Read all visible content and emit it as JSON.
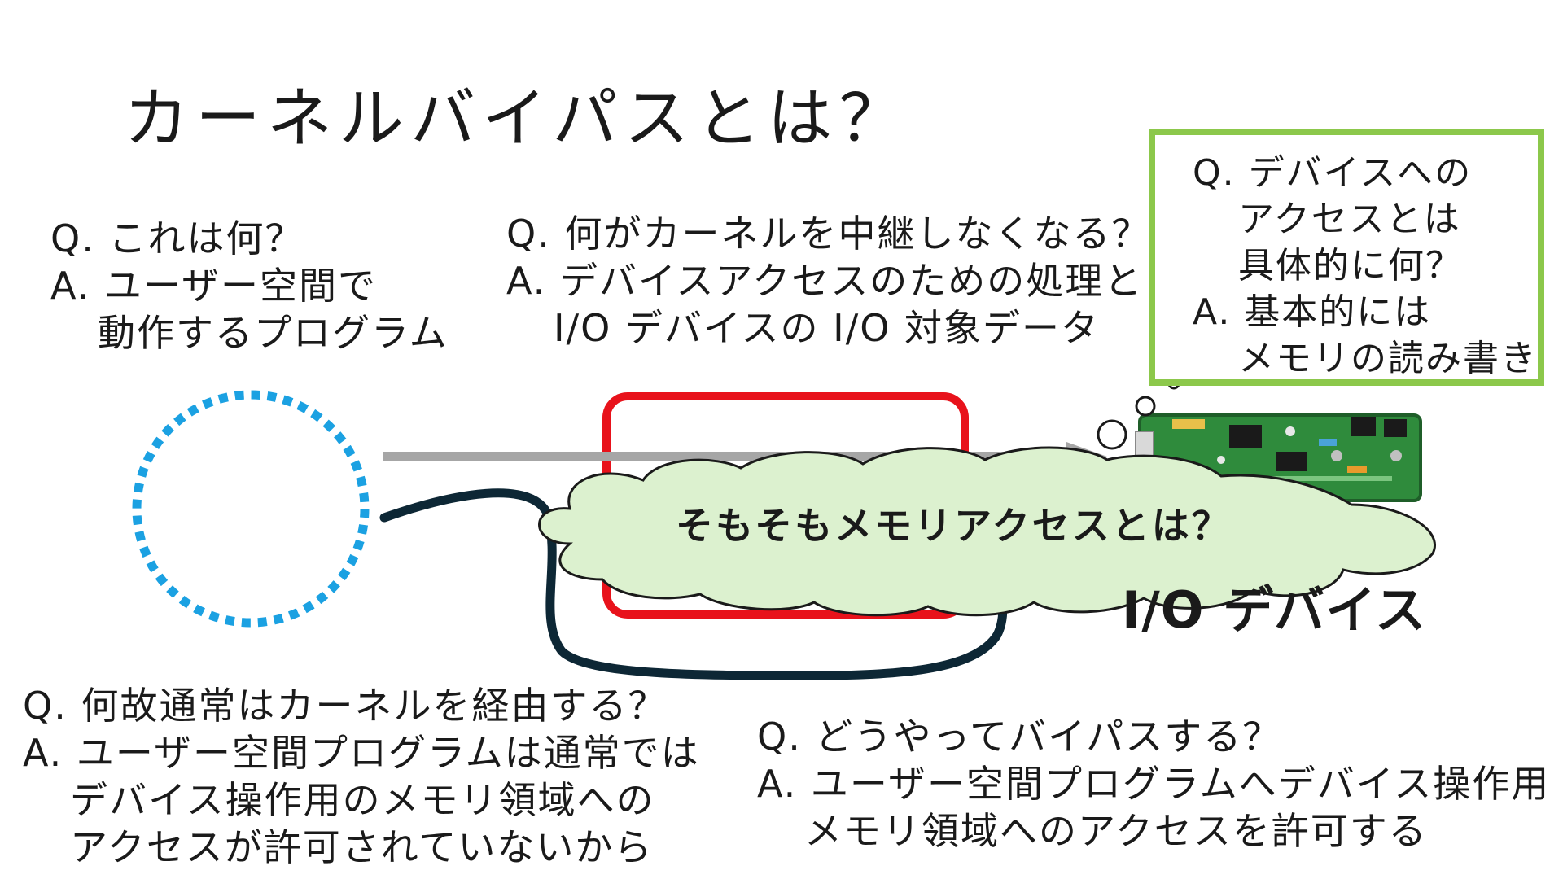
{
  "slide": {
    "title": "カーネルバイパスとは？"
  },
  "qa_what": {
    "q": "Q. これは何？",
    "a1": "A. ユーザー空間で",
    "a2": "動作するプログラム"
  },
  "qa_relay": {
    "q": "Q. 何がカーネルを中継しなくなる？",
    "a1": "A. デバイスアクセスのための処理と",
    "a2": "I/O デバイスの I/O 対象データ"
  },
  "qa_device": {
    "q1": "Q. デバイスへの",
    "q2": "アクセスとは",
    "q3": "具体的に何？",
    "a1": "A. 基本的には",
    "a2": "メモリの読み書き"
  },
  "qa_why": {
    "q": "Q. 何故通常はカーネルを経由する？",
    "a1": "A. ユーザー空間プログラムは通常では",
    "a2": "デバイス操作用のメモリ領域への",
    "a3": "アクセスが許可されていないから"
  },
  "qa_how": {
    "q": "Q. どうやってバイパスする？",
    "a1": "A. ユーザー空間プログラムへデバイス操作用",
    "a2": "メモリ領域へのアクセスを許可する"
  },
  "diagram": {
    "cloud_text": "そもそもメモリアクセスとは？",
    "device_label": "I/O デバイス",
    "device_icon": "pcb-card-icon",
    "colors": {
      "program_circle": "#1ba1e2",
      "kernel_box": "#e8121b",
      "bypass_arrow": "#a6a6a6",
      "normal_path": "#0d2735",
      "cloud_fill": "#dcf1cf",
      "thought_box_border": "#8cc84b",
      "pcb_green": "#2f8b3c"
    }
  }
}
